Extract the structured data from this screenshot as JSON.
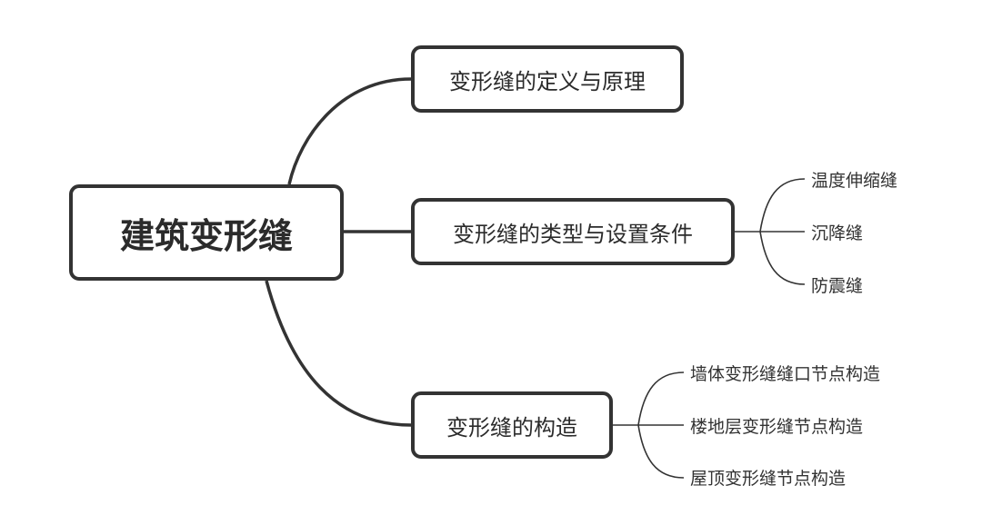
{
  "root": {
    "label": "建筑变形缝"
  },
  "branches": [
    {
      "label": "变形缝的定义与原理",
      "children": []
    },
    {
      "label": "变形缝的类型与设置条件",
      "children": [
        "温度伸缩缝",
        "沉降缝",
        "防震缝"
      ]
    },
    {
      "label": "变形缝的构造",
      "children": [
        "墙体变形缝缝口节点构造",
        "楼地层变形缝节点构造",
        "屋顶变形缝节点构造"
      ]
    }
  ],
  "colors": {
    "line": "#333333",
    "text": "#2b2b2b",
    "background": "#ffffff"
  }
}
